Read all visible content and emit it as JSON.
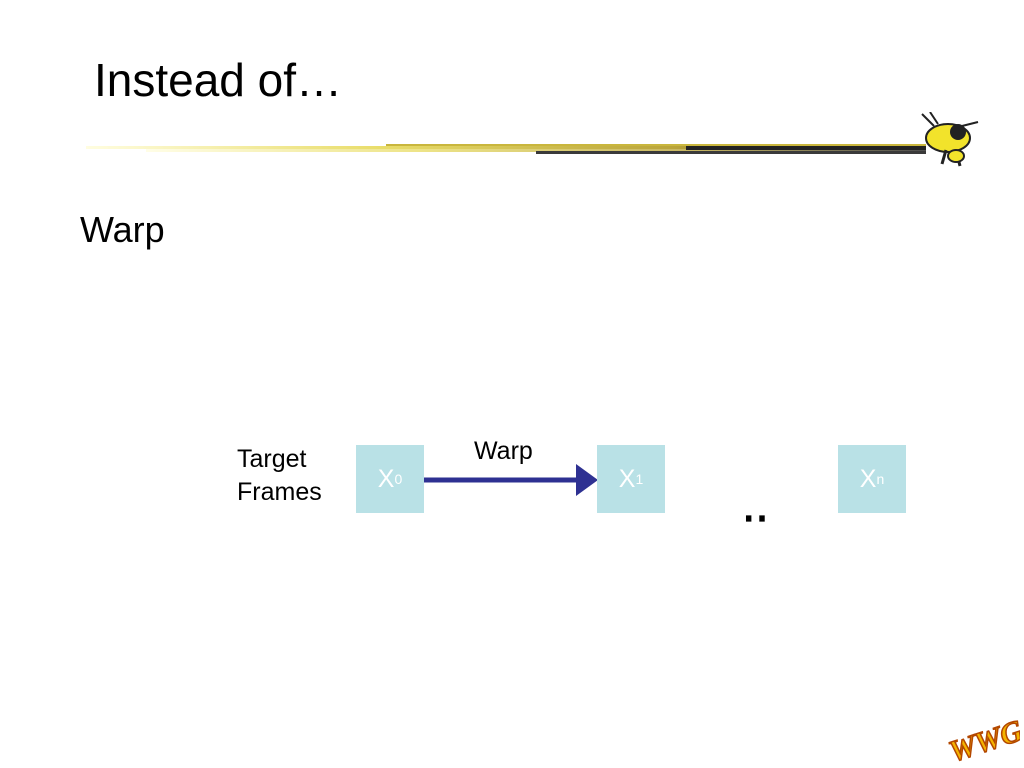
{
  "slide": {
    "title": "Instead of…",
    "bullet": "Warp"
  },
  "diagram": {
    "row_label_line1": "Target",
    "row_label_line2": "Frames",
    "arrow_label": "Warp",
    "frames": [
      {
        "base": "X",
        "sub": "0"
      },
      {
        "base": "X",
        "sub": "1"
      },
      {
        "base": "X",
        "sub": "n"
      }
    ],
    "ellipsis": "‥"
  },
  "logo": {
    "text": "WWG"
  },
  "colors": {
    "frame_fill": "#b9e1e6",
    "arrow": "#2e3192",
    "rule_gold": "#d4c23a",
    "rule_dark": "#222222",
    "bee_yellow": "#f2e32b"
  }
}
